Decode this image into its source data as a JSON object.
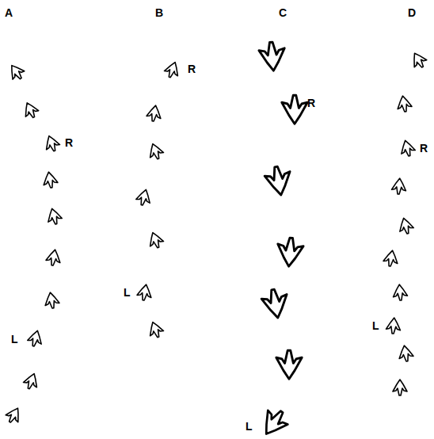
{
  "diagram": {
    "labels": [
      "A",
      "B",
      "C",
      "D",
      "R",
      "L",
      "R",
      "L",
      "R",
      "L",
      "R",
      "L"
    ]
  }
}
